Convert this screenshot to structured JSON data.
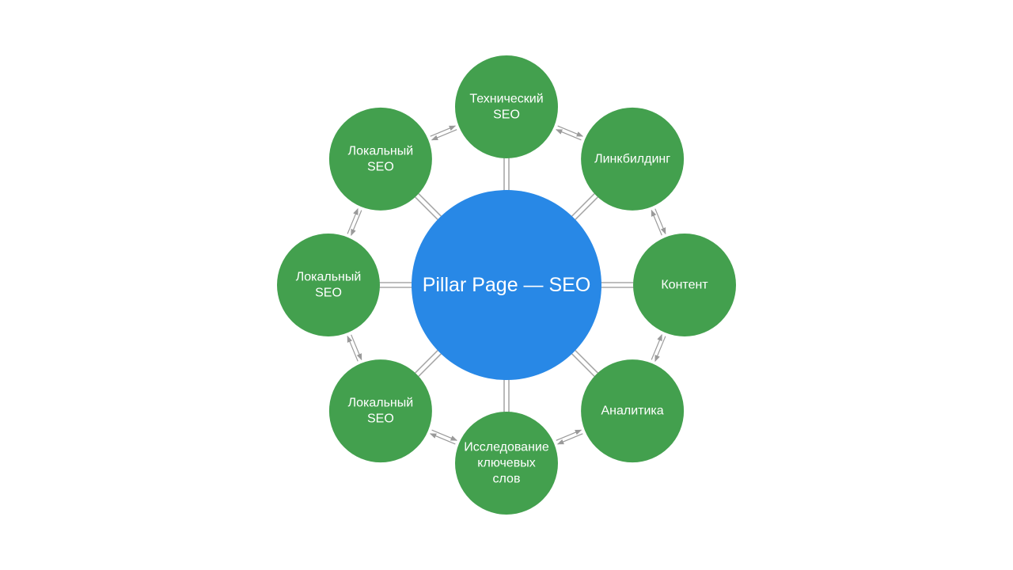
{
  "colors": {
    "hub": "#2888e6",
    "node": "#43a04e",
    "connector": "#a8a8a8",
    "background": "#ffffff"
  },
  "hub": {
    "label": "Pillar Page — SEO"
  },
  "nodes": [
    {
      "id": "technical-seo",
      "lines": [
        "Технический",
        "SEO"
      ]
    },
    {
      "id": "linkbuilding",
      "lines": [
        "Линкбилдинг"
      ]
    },
    {
      "id": "content",
      "lines": [
        "Контент"
      ]
    },
    {
      "id": "analytics",
      "lines": [
        "Аналитика"
      ]
    },
    {
      "id": "keyword-research",
      "lines": [
        "Исследование",
        "ключевых",
        "слов"
      ]
    },
    {
      "id": "local-seo-bottom-left",
      "lines": [
        "Локальный",
        "SEO"
      ]
    },
    {
      "id": "local-seo-left",
      "lines": [
        "Локальный",
        "SEO"
      ]
    },
    {
      "id": "local-seo-top-left",
      "lines": [
        "Локальный",
        "SEO"
      ]
    }
  ]
}
